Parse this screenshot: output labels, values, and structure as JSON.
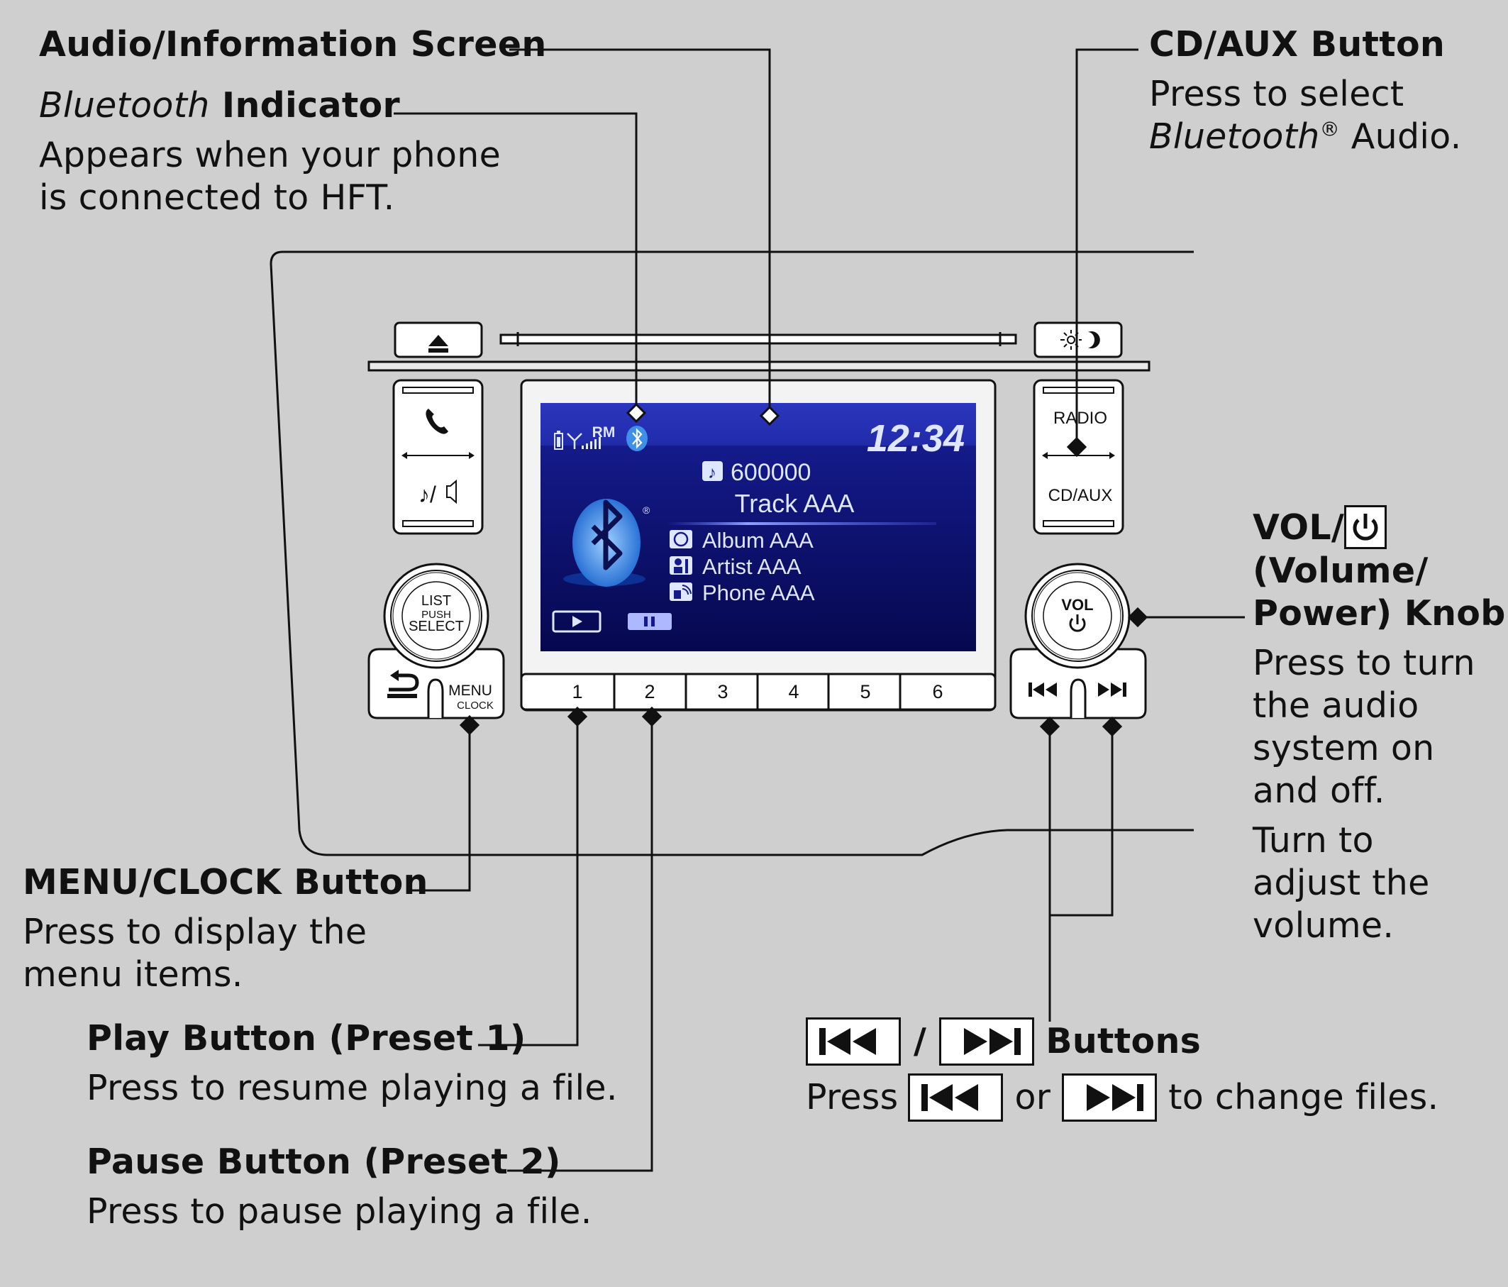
{
  "labels": {
    "audio_screen": {
      "title": "Audio/Information Screen"
    },
    "bt_indicator": {
      "title_italic": "Bluetooth",
      "title_rest": " Indicator",
      "desc_line1": "Appears when your phone",
      "desc_line2": "is connected to HFT."
    },
    "cd_aux": {
      "title": "CD/AUX Button",
      "desc_line1": "Press to select",
      "desc_line2_italic": "Bluetooth",
      "desc_line2_sup": "®",
      "desc_line2_rest": " Audio."
    },
    "vol": {
      "title_line1_prefix": "VOL/",
      "title_line2": "(Volume/",
      "title_line3": "Power) Knob",
      "desc_line1": "Press to turn",
      "desc_line2": "the audio",
      "desc_line3": "system on",
      "desc_line4": "and off.",
      "desc_line5": "Turn to",
      "desc_line6": "adjust the",
      "desc_line7": "volume."
    },
    "menu_clock": {
      "title": "MENU/CLOCK Button",
      "desc_line1": "Press to display the",
      "desc_line2": "menu items."
    },
    "play": {
      "title": "Play Button (Preset 1)",
      "desc": "Press to resume playing a file."
    },
    "pause": {
      "title": "Pause Button (Preset 2)",
      "desc": "Press to pause playing a file."
    },
    "skip": {
      "slash": "/",
      "title_rest": "Buttons",
      "press": "Press",
      "or": "or",
      "rest": "to change files."
    }
  },
  "device": {
    "screen": {
      "clock": "12:34",
      "signal_label": "RM",
      "folder": "600000",
      "track": "Track AAA",
      "album": "Album AAA",
      "artist": "Artist AAA",
      "phone": "Phone AAA",
      "registered_mark": "®"
    },
    "presets": [
      "1",
      "2",
      "3",
      "4",
      "5",
      "6"
    ],
    "list_knob": [
      "LIST",
      "PUSH",
      "SELECT"
    ],
    "menu_button": {
      "line1": "MENU",
      "line2": "CLOCK"
    },
    "radio_button": "RADIO",
    "cdaux_button": "CD/AUX",
    "vol_knob": "VOL"
  },
  "icons": [
    "eject-icon",
    "day-night-icon",
    "phone-icon",
    "music-volume-icon",
    "back-arrow-icon",
    "skip-back-icon",
    "skip-forward-icon",
    "power-icon",
    "bluetooth-icon",
    "battery-icon",
    "signal-icon",
    "folder-icon",
    "album-icon",
    "artist-icon",
    "phone-small-icon",
    "play-icon",
    "pause-icon"
  ],
  "colors": {
    "background": "#cfcfcf",
    "screen": "#0a0e6a",
    "screen_text": "#dfe6ff",
    "bluetooth": "#3f8fe8"
  }
}
